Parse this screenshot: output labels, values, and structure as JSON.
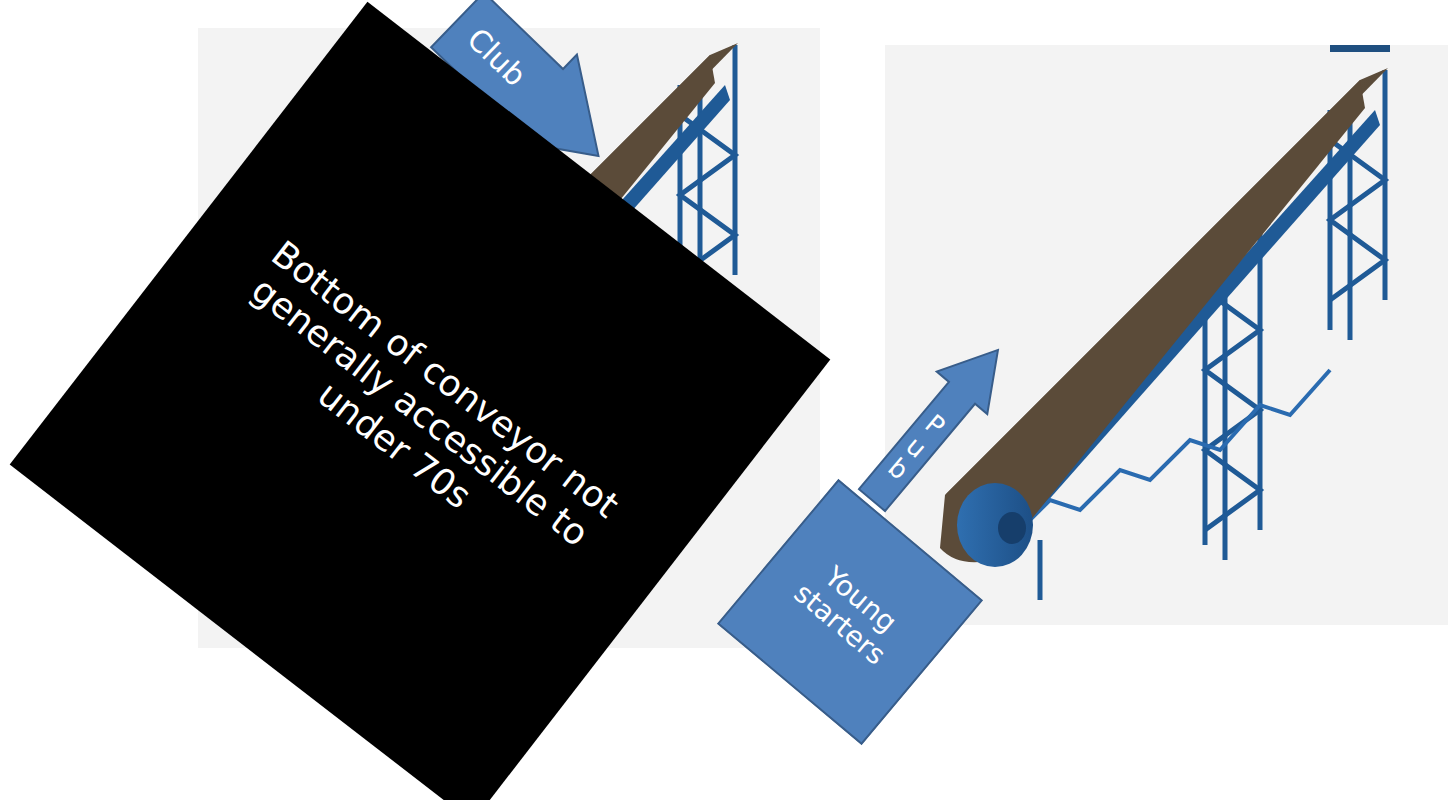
{
  "diagram": {
    "nodes": [
      {
        "text": [
          "Club"
        ]
      },
      {
        "text": [
          "Bottom of conveyor not generally accessible to under 70s"
        ]
      },
      {
        "text": [
          "Pub"
        ]
      },
      {
        "text": [
          "Young starters"
        ]
      }
    ]
  }
}
